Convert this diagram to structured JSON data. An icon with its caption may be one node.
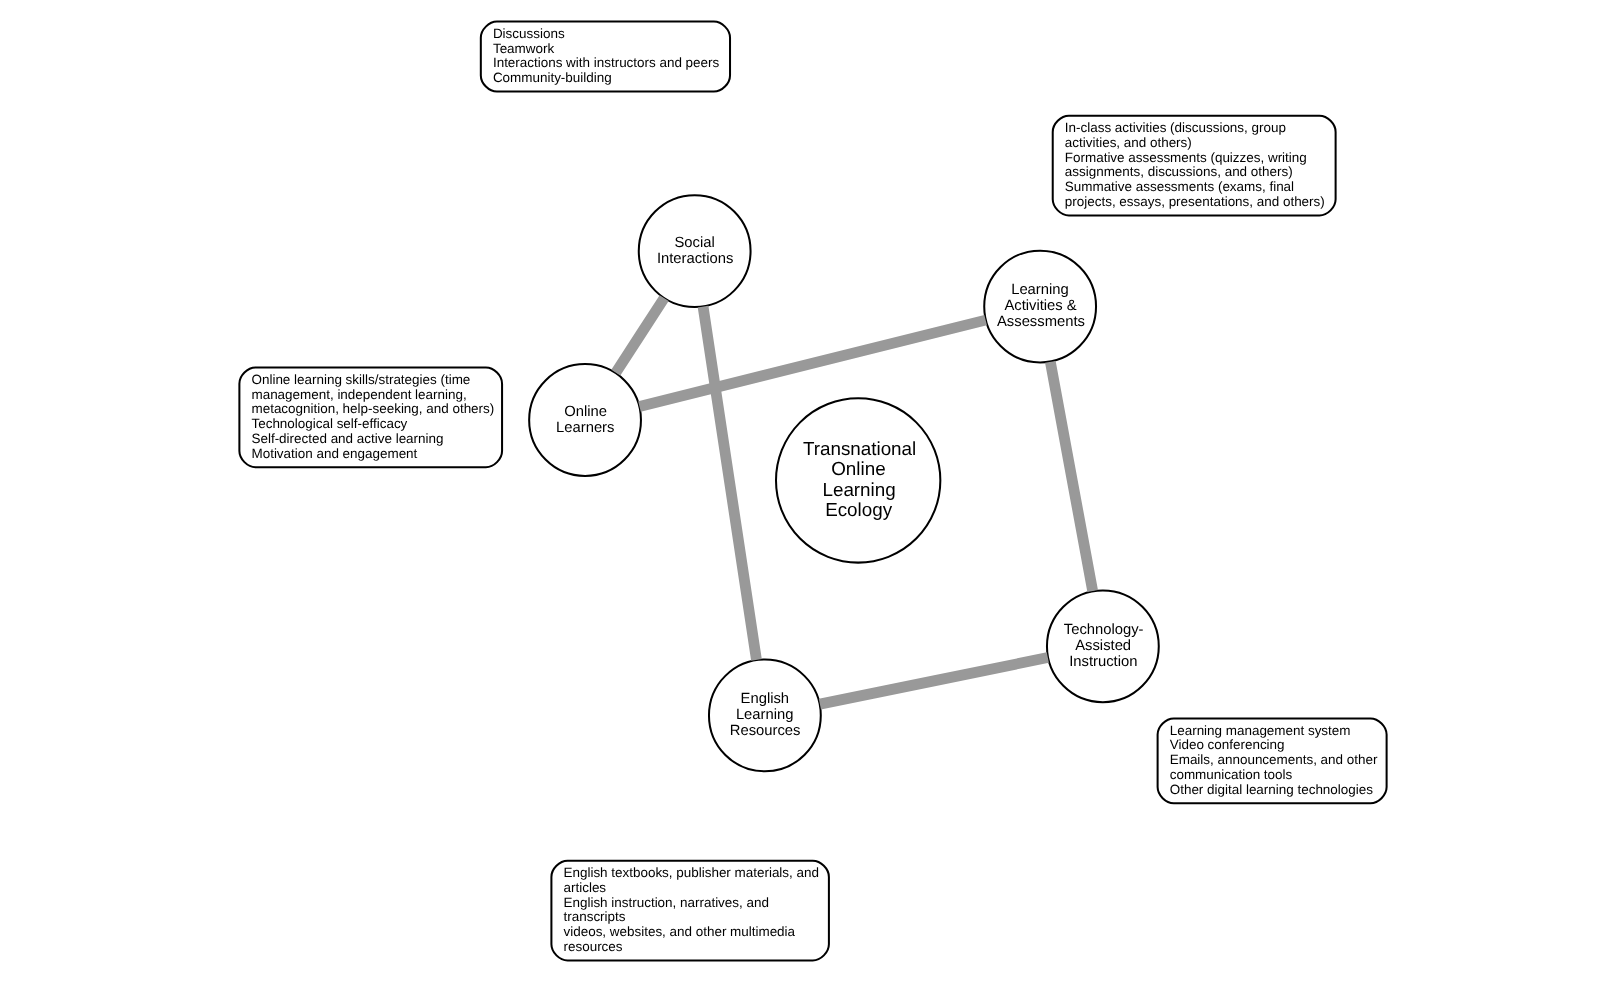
{
  "diagram": {
    "nodes": [
      {
        "text": [
          "Learning Activities & Assessments"
        ]
      },
      {
        "text": [
          "In-class activities (discussions, group activities, and others)",
          "Formative assessments (quizzes, writing assignments, discussions, and others)",
          "Summative assessments (exams, final projects, essays, presentations, and others)"
        ]
      },
      {
        "text": [
          "Online learning skills/strategies (time management, independent learning, metacognition, help-seeking, and others)",
          "Technological self-efficacy",
          "Self-directed and active learning",
          "Motivation and engagement"
        ]
      },
      {
        "text": [
          "Online Learners"
        ]
      },
      {
        "text": [
          "Transnational Online Learning Ecology"
        ]
      },
      {
        "text": [
          "Technology-Assisted Instruction"
        ]
      },
      {
        "text": [
          "Learning management system",
          "Video conferencing",
          "Emails, announcements, and other communication tools",
          "Other digital learning technologies"
        ]
      },
      {
        "text": [
          "Social Interactions"
        ]
      },
      {
        "text": [
          "English Learning Resources"
        ]
      },
      {
        "text": [
          "Discussions",
          "Teamwork",
          "Interactions with instructors and peers",
          "Community-building"
        ]
      },
      {
        "text": [
          "English textbooks, publisher materials, and articles",
          "English instruction, narratives, and transcripts",
          "videos, websites, and other multimedia resources"
        ]
      }
    ],
    "edges": [
      {
        "from": 0,
        "to": 5,
        "arrow": "none"
      },
      {
        "from": 5,
        "to": 8,
        "arrow": "none"
      },
      {
        "from": 8,
        "to": 7,
        "arrow": "none"
      },
      {
        "from": 7,
        "to": 3,
        "arrow": "none"
      },
      {
        "from": 3,
        "to": 0,
        "arrow": "none"
      }
    ]
  }
}
